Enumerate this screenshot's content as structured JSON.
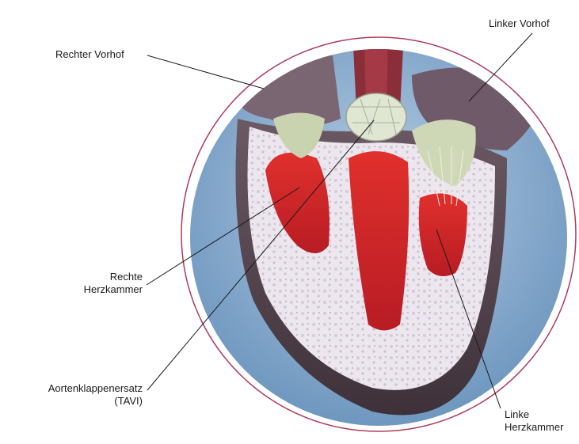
{
  "labels": {
    "left_atrium": "Linker Vorhof",
    "right_atrium": "Rechter Vorhof",
    "right_ventricle_line1": "Rechte",
    "right_ventricle_line2": "Herzkammer",
    "tavi_line1": "Aortenklappenersatz",
    "tavi_line2": "(TAVI)",
    "left_ventricle_line1": "Linke",
    "left_ventricle_line2": "Herzkammer"
  },
  "colors": {
    "ring": "#b03a5b",
    "background_circle": "#8fb3d3",
    "muscle": "#d8232a",
    "tissue": "#e8e0e8",
    "outer_wall": "#5a4a55",
    "atria": "#6e5a68",
    "valve": "#d9e3c8"
  }
}
